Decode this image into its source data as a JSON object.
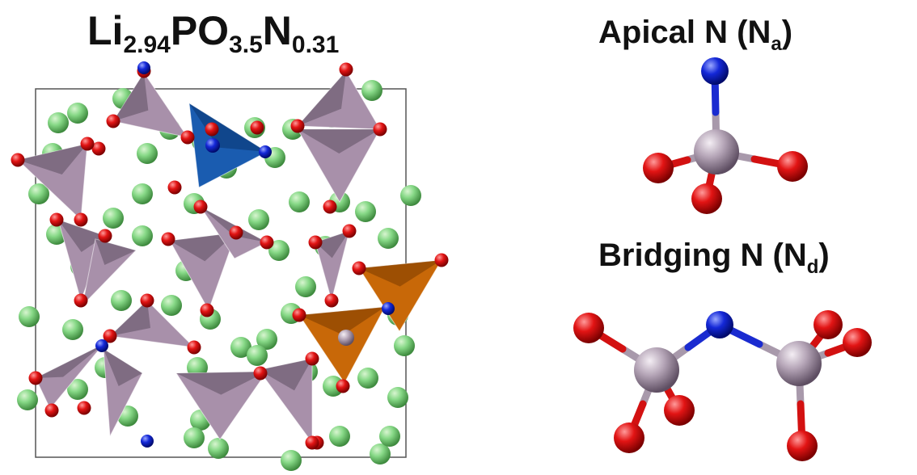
{
  "structure": {
    "formula": {
      "base1": "Li",
      "sub1": "2.94",
      "base2": "PO",
      "sub2": "3.5",
      "base3": "N",
      "sub3": "0.31"
    }
  },
  "apical": {
    "title_prefix": "Apical N (N",
    "title_sub": "a",
    "title_suffix": ")"
  },
  "bridging": {
    "title_prefix": "Bridging N (N",
    "title_sub": "d",
    "title_suffix": ")"
  },
  "colors": {
    "lithium": "#7ed87e",
    "oxygen": "#e01010",
    "nitrogen": "#1020d0",
    "phosphorus": "#b8a8b8",
    "tetrahedron": "#a890aa",
    "tetrahedron_dark": "#5d4e60",
    "apical_tetrahedron": "#1a5cb0",
    "bridging_tetrahedron": "#c86808",
    "cell_border": "#555555"
  }
}
